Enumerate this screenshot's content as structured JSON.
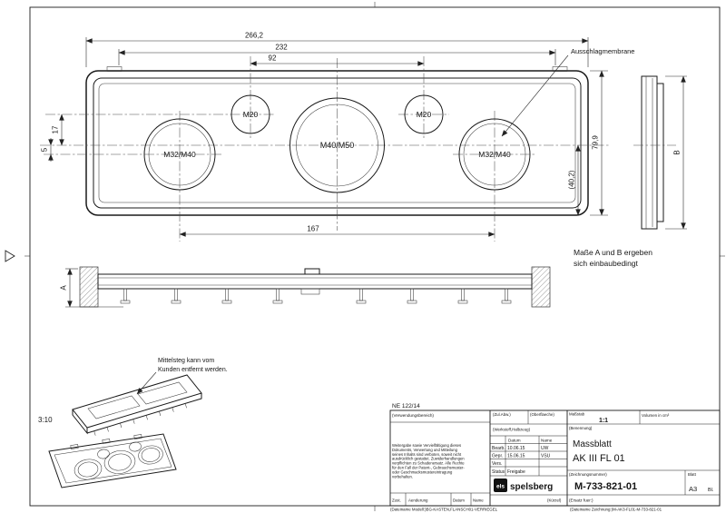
{
  "dims": {
    "total_width": "266,2",
    "inner_width": "232",
    "m20_spacing": "92",
    "offset_17": "17",
    "offset_5": "5",
    "height": "79,9",
    "center_to_bottom": "(40,2)",
    "m32_spacing": "167",
    "dim_a": "A",
    "dim_b": "B"
  },
  "holes": {
    "m32_left": "M32/M40",
    "m40_center": "M40/M50",
    "m32_right": "M32/M40",
    "m20_left": "M20",
    "m20_right": "M20"
  },
  "notes": {
    "membrane": "Ausschlagmembrane",
    "ab_1": "Maße A und B ergeben",
    "ab_2": "sich einbaubedingt",
    "mittelsteg_1": "Mittelsteg kann vom",
    "mittelsteg_2": "Kunden entfernt werden.",
    "iso_scale": "3:10",
    "sheet_ref": "NE 122/14"
  },
  "titleblock": {
    "verwendungsbereich": "(Verwendungsbereich)",
    "zul_abw": "(Zul.Abw.)",
    "oberflaeche": "(Oberflaeche)",
    "massstab_label": "Maßstab",
    "massstab_value": "1:1",
    "volumen_label": "Volumen in cm³",
    "werkstoff": "(Werkstoff,Halbzeug)",
    "col_datum": "Datum",
    "col_name": "Name",
    "row_bearb": "Bearb.",
    "bearb_datum": "10.06.15",
    "bearb_name": "UW",
    "row_gepr": "Gepr.",
    "gepr_datum": "15.06.15",
    "gepr_name": "VSU",
    "row_vers": "Vers.",
    "row_status": "Status",
    "status_value": "Freigabe",
    "benennung_label": "(Benennung)",
    "title_line1": "Massblatt",
    "title_line2": "AK III FL 01",
    "zeichnungsnummer_label": "(Zeichnungsnummer)",
    "zeichnungsnummer": "M-733-821-01",
    "blatt_label": "Blatt",
    "blatt_format": "A3",
    "blatt_bl": "Bl.",
    "ersatz_fuer": "(Ersatz fuer:)",
    "kuerzel": "(Kürzel)",
    "logo_mark": "els",
    "logo_name": "spelsberg",
    "rev_zust": "Zust.",
    "rev_aenderung": "Aenderung",
    "rev_datum": "Datum",
    "rev_name": "Name",
    "file_model": "(Dateiname Modell:)BG-KASTEN,FLANSCH01-VERRIEGEL",
    "file_drawing": "(Dateiname Zeichnung:)M-AK3-FL01-M-733-821-01",
    "legal_lines": [
      "Weitergabe sowie Vervielfältigung dieses",
      "Dokuments, Verwertung und Mitteilung",
      "seines Inhalts sind verboten, soweit nicht",
      "ausdrücklich gestattet. Zuwiderhandlungen",
      "verpflichten zu Schadenersatz. Alle Rechte",
      "für den Fall der Patent-, Gebrauchsmuster-",
      "oder Geschmacksmustereintragung",
      "vorbehalten."
    ]
  }
}
